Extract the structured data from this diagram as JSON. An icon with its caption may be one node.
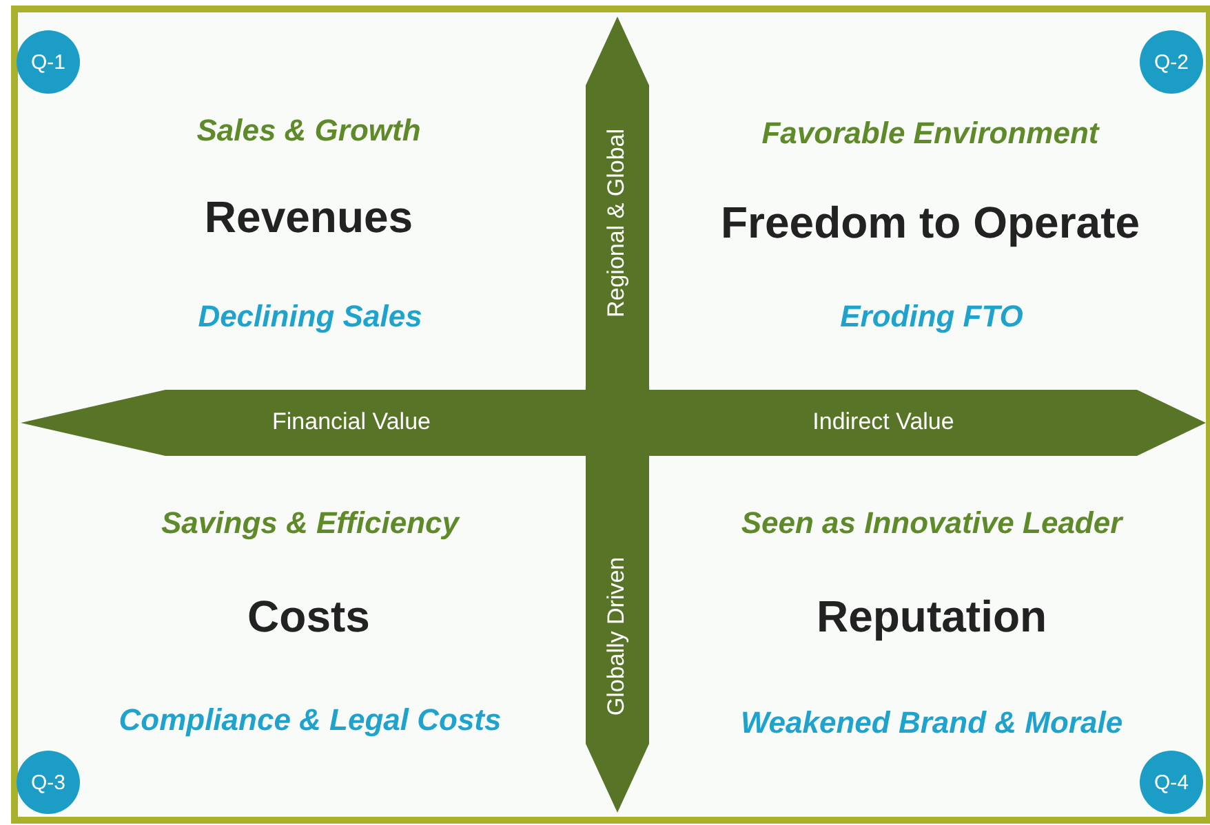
{
  "diagram": {
    "nodes": [
      {
        "text": [
          "Q-1"
        ]
      },
      {
        "text": [
          "Q-2"
        ]
      },
      {
        "text": [
          "Q-3"
        ]
      },
      {
        "text": [
          "Q-4"
        ]
      }
    ],
    "labels": [
      "Regional & Global",
      "Sales & Growth",
      "Favorable Environment",
      "Revenues",
      "Freedom to Operate",
      "Declining Sales",
      "Eroding FTO",
      "Financial Value",
      "Indirect Value",
      "Savings & Efficiency",
      "Seen as Innovative Leader",
      "Costs",
      "Reputation",
      "Compliance & Legal Costs",
      "Weakened Brand & Morale",
      "Globally Driven"
    ]
  }
}
